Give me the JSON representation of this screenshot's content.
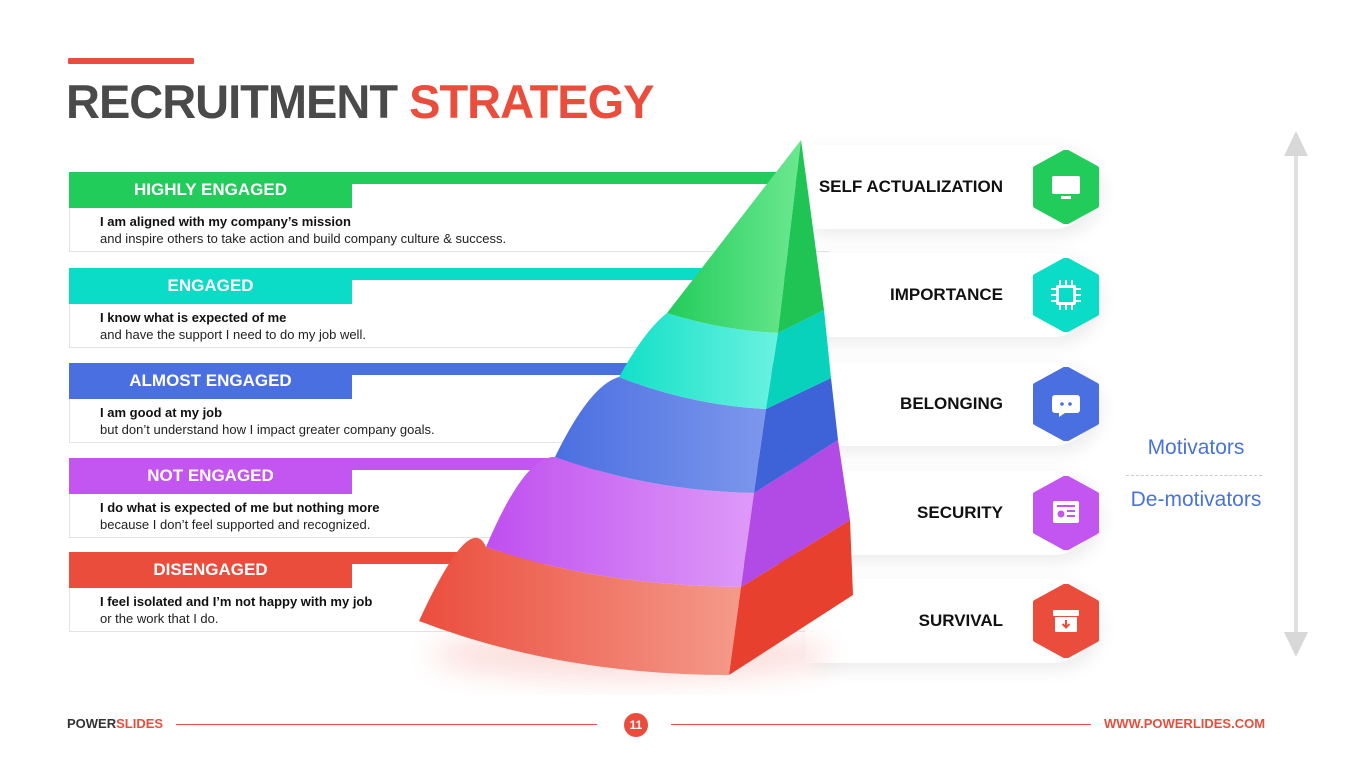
{
  "title": {
    "part1": "RECRUITMENT",
    "part2": "STRATEGY"
  },
  "levels": [
    {
      "label": "HIGHLY ENGAGED",
      "line1": "I am aligned with my company’s mission",
      "line2": "and inspire others to take action and build company culture & success.",
      "color": "#22CC5A"
    },
    {
      "label": "ENGAGED",
      "line1": "I know what is expected of me",
      "line2": "and have the support I need to do my job well.",
      "color": "#0BDCC7"
    },
    {
      "label": "ALMOST ENGAGED",
      "line1": "I am good at my job",
      "line2": "but don’t understand how I impact greater company goals.",
      "color": "#4A6FE0"
    },
    {
      "label": "NOT ENGAGED",
      "line1": "I do what is expected of me but nothing more",
      "line2": "because I don’t feel supported and recognized.",
      "color": "#C355F0"
    },
    {
      "label": "DISENGAGED",
      "line1": "I feel isolated and I’m not happy with my job",
      "line2": "or the work that I do.",
      "color": "#EB4D3D"
    }
  ],
  "needs": [
    {
      "label": "SELF ACTUALIZATION",
      "icon": "monitor-icon",
      "color": "#22CC5A"
    },
    {
      "label": "IMPORTANCE",
      "icon": "chip-icon",
      "color": "#0BDCC7"
    },
    {
      "label": "BELONGING",
      "icon": "chat-icon",
      "color": "#4A6FE0"
    },
    {
      "label": "SECURITY",
      "icon": "presentation-icon",
      "color": "#C355F0"
    },
    {
      "label": "SURVIVAL",
      "icon": "archive-box-icon",
      "color": "#EB4D3D"
    }
  ],
  "motivators": "Motivators",
  "demotivators": "De-motivators",
  "footer": {
    "brand1": "POWER",
    "brand2": "SLIDES",
    "page": "11",
    "url": "WWW.POWERLIDES.COM"
  }
}
